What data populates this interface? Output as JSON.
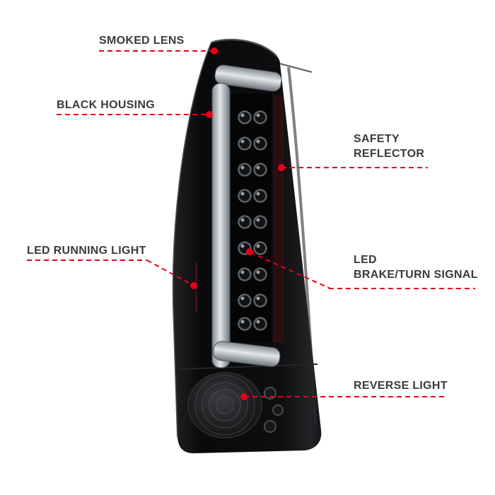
{
  "callouts": {
    "smoked_lens": {
      "label": "SMOKED LENS"
    },
    "black_housing": {
      "label": "BLACK HOUSING"
    },
    "safety_reflector": {
      "line1": "SAFETY",
      "line2": "REFLECTOR"
    },
    "led_running_light": {
      "label": "LED RUNNING LIGHT"
    },
    "led_brake_turn_signal": {
      "line1": "LED",
      "line2": "BRAKE/TURN SIGNAL"
    },
    "reverse_light": {
      "label": "REVERSE LIGHT"
    }
  },
  "colors": {
    "leader": "#e8001a",
    "label_text": "#3b3b3d",
    "background": "#ffffff",
    "housing_black": "#0d0d0f",
    "light_bar_gray": "#d6dadd",
    "reflector_maroon": "#2a0e10"
  }
}
